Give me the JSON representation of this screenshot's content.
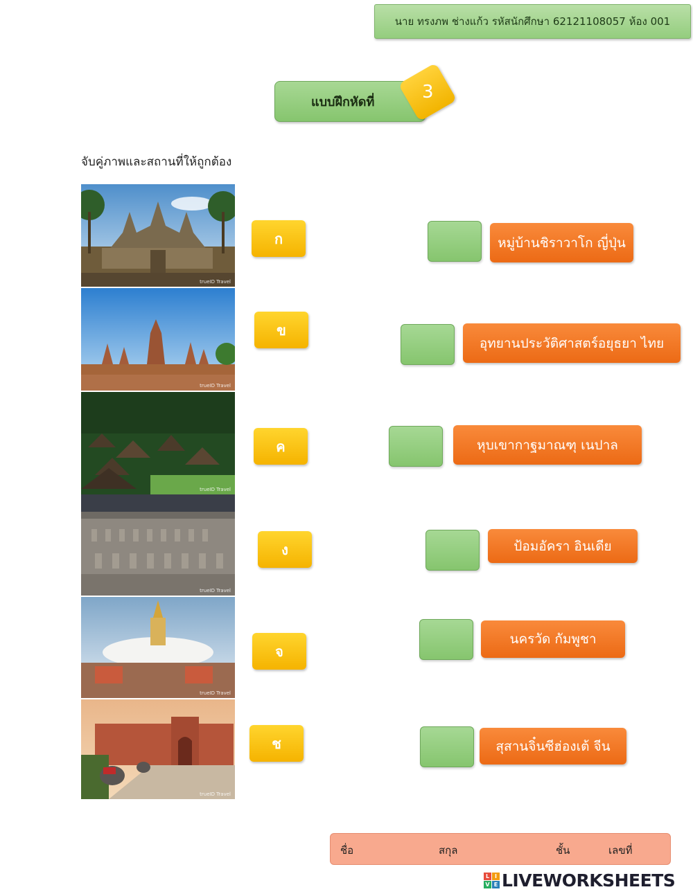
{
  "header": {
    "student_info": "นาย ทรงภพ ช่างแก้ว รหัสนักศึกษา 62121108057 ห้อง 001"
  },
  "title": {
    "label": "แบบฝึกหัดที่",
    "number": "3"
  },
  "instruction": "จับคู่ภาพและสถานที่ให้ถูกต้อง",
  "photos": [
    {
      "name": "angkor-wat-photo",
      "watermark": "trueID Travel"
    },
    {
      "name": "ayutthaya-photo",
      "watermark": "trueID Travel"
    },
    {
      "name": "shirakawago-photo",
      "watermark": "trueID Travel"
    },
    {
      "name": "terracotta-army-photo",
      "watermark": "trueID Travel"
    },
    {
      "name": "boudhanath-photo",
      "watermark": "trueID Travel"
    },
    {
      "name": "agra-fort-photo",
      "watermark": "trueID Travel"
    }
  ],
  "letters": [
    "ก",
    "ข",
    "ค",
    "ง",
    "จ",
    "ช"
  ],
  "places": [
    "หมู่บ้านชิราวาโก ญี่ปุ่น",
    "อุทยานประวัติศาสตร์อยุธยา  ไทย",
    "หุบเขากาฐมาณฑุ เนปาล",
    "ป้อมอัครา อินเดีย",
    "นครวัด กัมพูชา",
    "สุสานจิ๋นซีฮ่องเต้ จีน"
  ],
  "footer": {
    "name_label": "ชื่อ",
    "surname_label": "สกุล",
    "class_label": "ชั้น",
    "number_label": "เลขที่"
  },
  "logo": {
    "text": "LIVEWORKSHEETS",
    "icon_letters": [
      "L",
      "I",
      "V",
      "E"
    ]
  }
}
